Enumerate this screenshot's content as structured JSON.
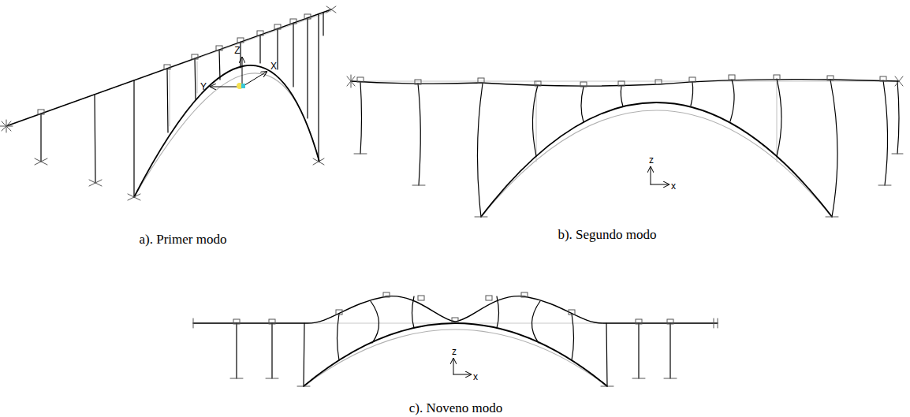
{
  "diagram": {
    "labels": [
      "Z",
      "Y",
      "X",
      "a). Primer modo",
      "z",
      "x",
      "b). Segundo modo",
      "z",
      "x",
      "c). Noveno modo"
    ]
  }
}
